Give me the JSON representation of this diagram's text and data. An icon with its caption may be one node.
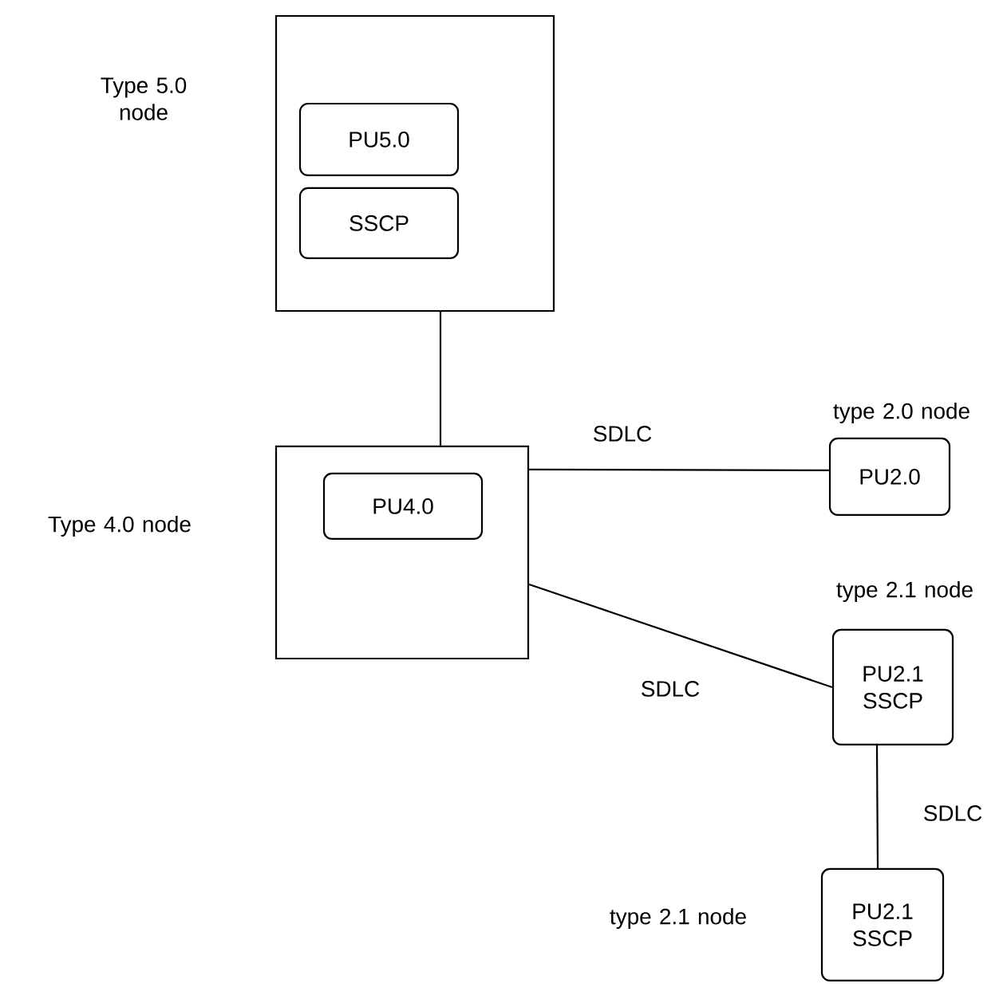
{
  "diagram": {
    "nodes": [
      {
        "text": [
          "Type 5.0 node"
        ]
      },
      {
        "text": [
          "PU5.0"
        ],
        "in": 0
      },
      {
        "text": [
          "SSCP"
        ],
        "in": 0
      },
      {
        "text": [
          "Type 4.0 node"
        ]
      },
      {
        "text": [
          "PU4.0"
        ],
        "in": 3
      },
      {
        "text": [
          "type 2.0 node",
          "PU2.0"
        ]
      },
      {
        "text": [
          "type 2.1 node",
          "PU2.1 SSCP"
        ]
      },
      {
        "text": [
          "type 2.1 node",
          "PU2.1 SSCP"
        ]
      }
    ],
    "edges": [
      {
        "from": 0,
        "to": 3,
        "arrow": "none"
      },
      {
        "from": 3,
        "to": 5,
        "arrow": "none",
        "label": "SDLC"
      },
      {
        "from": 3,
        "to": 6,
        "arrow": "none",
        "label": "SDLC"
      },
      {
        "from": 6,
        "to": 7,
        "arrow": "none",
        "label": "SDLC"
      }
    ]
  }
}
